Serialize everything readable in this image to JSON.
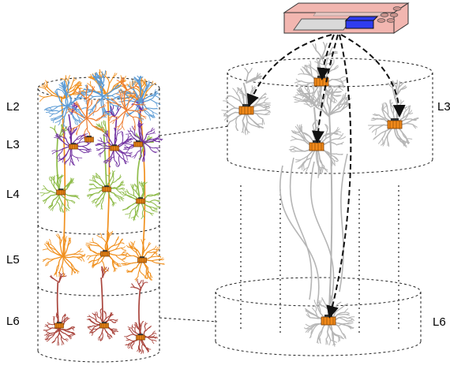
{
  "left_column": {
    "layer_labels": [
      "L2",
      "L3",
      "L4",
      "L5",
      "L6"
    ],
    "colors": {
      "L2": "#5b9bd5",
      "L2_3_accent": "#ed7d31",
      "L3": "#7030a0",
      "L4": "#8fbc4a",
      "L5": "#f0901e",
      "L6": "#a9443c",
      "chip": "#f28a1b"
    }
  },
  "right_panel": {
    "upper_label": "L3",
    "lower_label": "L6",
    "neuron_color": "#b5b5b5"
  },
  "device": {
    "body_color": "#f2b6b0",
    "screen_color": "#d9d9d9",
    "module_color": "#2f3cf0"
  },
  "icons": [
    "recording-device-icon",
    "electrode-chip-icon",
    "neuron-icon"
  ]
}
